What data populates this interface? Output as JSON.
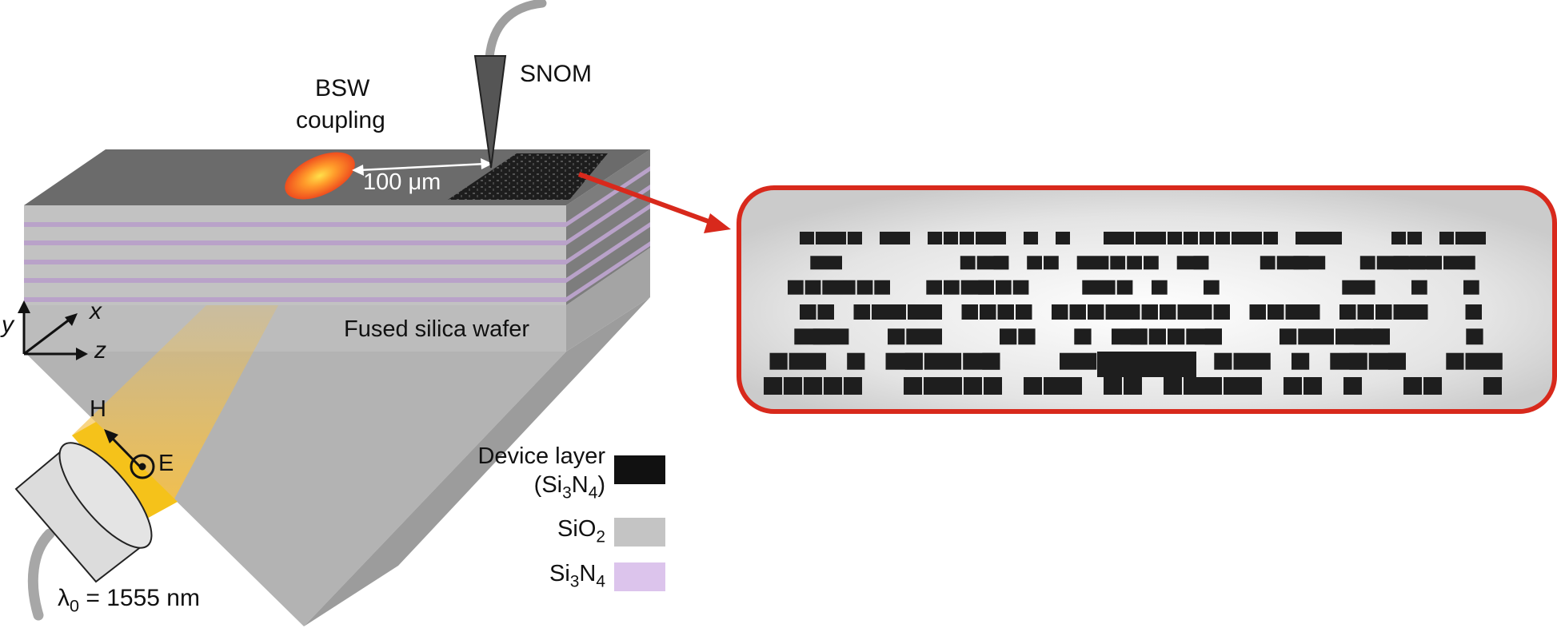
{
  "labels": {
    "bsw_line1": "BSW",
    "bsw_line2": "coupling",
    "snom": "SNOM",
    "distance": "100 μm",
    "wafer": "Fused silica wafer",
    "axis_x": "x",
    "axis_y": "y",
    "axis_z": "z",
    "field_h": "H",
    "field_e": "E",
    "wavelength_symbol": "λ",
    "wavelength_sub": "0",
    "wavelength_value": " = 1555 nm"
  },
  "legend": [
    {
      "line1": "Device layer",
      "text": "(Si",
      "sub1": "3",
      "mid": "N",
      "sub2": "4",
      "tail": ")",
      "color": "#111111"
    },
    {
      "text": "SiO",
      "sub1": "2",
      "mid": "",
      "sub2": "",
      "tail": "",
      "color": "#c4c4c4"
    },
    {
      "text": "Si",
      "sub1": "3",
      "mid": "N",
      "sub2": "4",
      "tail": "",
      "color": "#dcc4ec"
    }
  ],
  "colors": {
    "substrate": "#a9a9a9",
    "top_surface": "#6e6e6e",
    "layer_stripe": "#b9a2c9",
    "beam": "#f2be3c",
    "arrow": "#d8291c",
    "inset_border": "#d8291c",
    "device": "#1e1e1e"
  },
  "icons": [
    "optical-fiber-icon",
    "snom-tip-icon",
    "focus-spot-icon",
    "e-field-out-of-plane-icon"
  ]
}
